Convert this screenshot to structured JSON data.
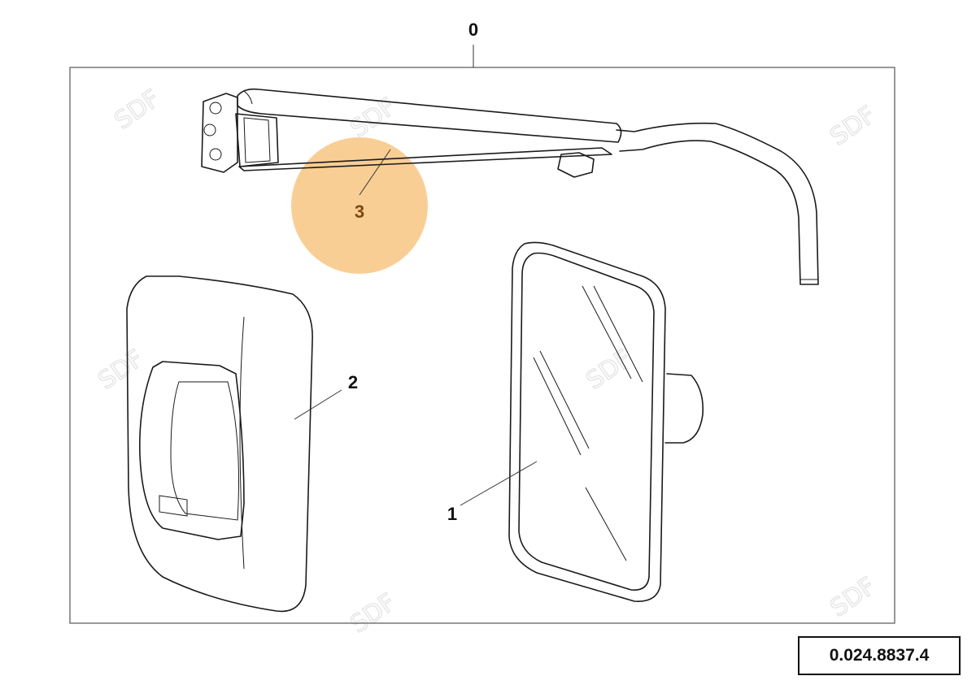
{
  "callouts": {
    "assembly": "0",
    "mirror_glass": "1",
    "mirror_housing": "2",
    "mirror_arm": "3"
  },
  "highlight": {
    "callout": "3",
    "color": "#f8c98a"
  },
  "watermark": {
    "text": "SDF"
  },
  "drawing_code": "0.024.8837.4"
}
